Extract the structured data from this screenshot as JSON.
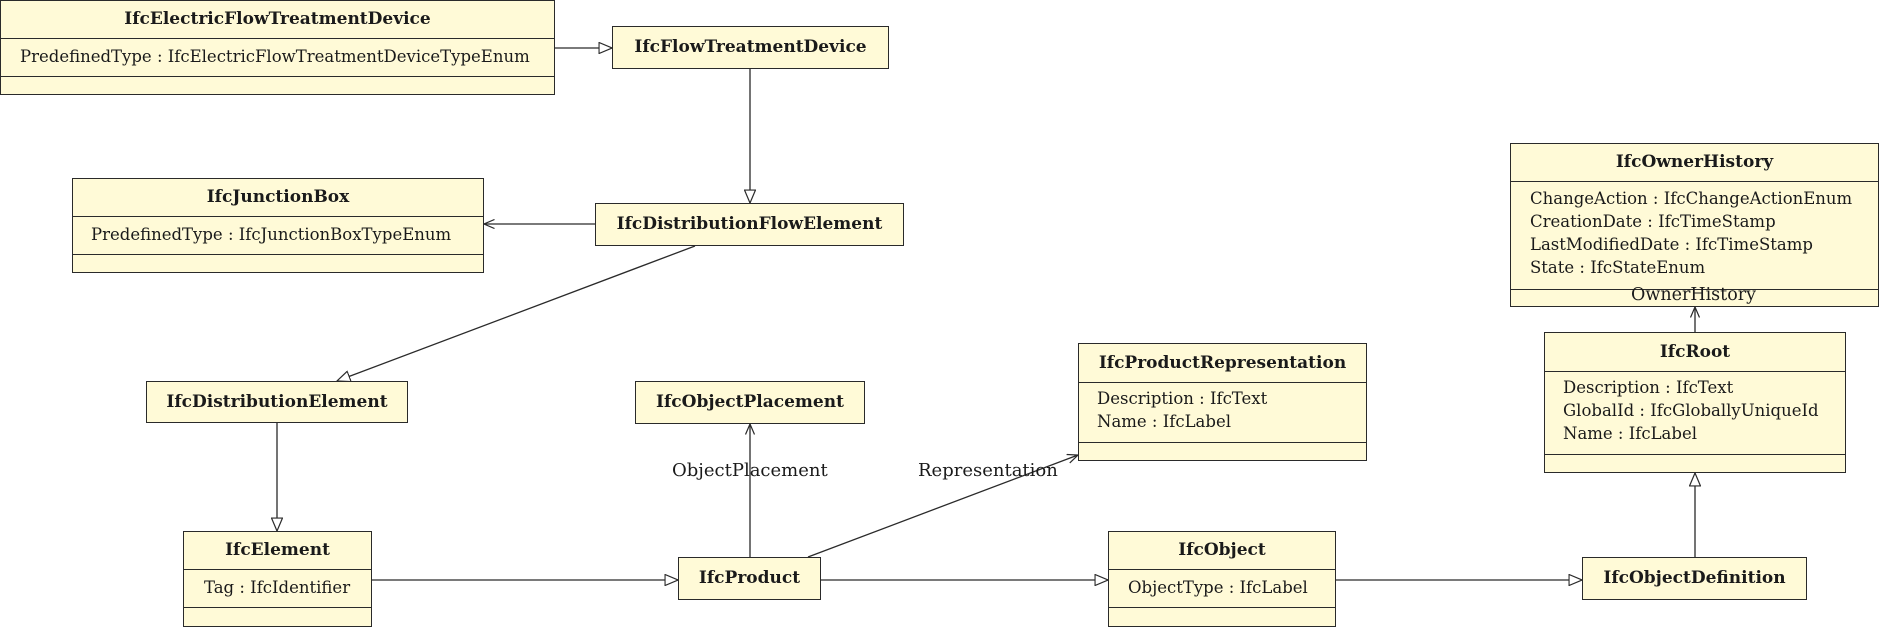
{
  "classes": {
    "electric_flow_treatment_device": {
      "name": "IfcElectricFlowTreatmentDevice",
      "attributes": [
        "PredefinedType : IfcElectricFlowTreatmentDeviceTypeEnum"
      ]
    },
    "flow_treatment_device": {
      "name": "IfcFlowTreatmentDevice"
    },
    "junction_box": {
      "name": "IfcJunctionBox",
      "attributes": [
        "PredefinedType : IfcJunctionBoxTypeEnum"
      ]
    },
    "distribution_flow_element": {
      "name": "IfcDistributionFlowElement"
    },
    "distribution_element": {
      "name": "IfcDistributionElement"
    },
    "object_placement": {
      "name": "IfcObjectPlacement"
    },
    "product_representation": {
      "name": "IfcProductRepresentation",
      "attributes": [
        "Description : IfcText",
        "Name : IfcLabel"
      ]
    },
    "owner_history": {
      "name": "IfcOwnerHistory",
      "attributes": [
        "ChangeAction : IfcChangeActionEnum",
        "CreationDate : IfcTimeStamp",
        "LastModifiedDate : IfcTimeStamp",
        "State : IfcStateEnum"
      ]
    },
    "root": {
      "name": "IfcRoot",
      "attributes": [
        "Description : IfcText",
        "GlobalId : IfcGloballyUniqueId",
        "Name : IfcLabel"
      ]
    },
    "element": {
      "name": "IfcElement",
      "attributes": [
        "Tag : IfcIdentifier"
      ]
    },
    "product": {
      "name": "IfcProduct"
    },
    "object": {
      "name": "IfcObject",
      "attributes": [
        "ObjectType : IfcLabel"
      ]
    },
    "object_definition": {
      "name": "IfcObjectDefinition"
    }
  },
  "edge_labels": {
    "object_placement": "ObjectPlacement",
    "representation": "Representation",
    "owner_history": "OwnerHistory"
  },
  "relations": [
    {
      "from": "IfcElectricFlowTreatmentDevice",
      "to": "IfcFlowTreatmentDevice",
      "kind": "generalization"
    },
    {
      "from": "IfcFlowTreatmentDevice",
      "to": "IfcDistributionFlowElement",
      "kind": "generalization"
    },
    {
      "from": "IfcDistributionFlowElement",
      "to": "IfcJunctionBox",
      "kind": "association"
    },
    {
      "from": "IfcDistributionFlowElement",
      "to": "IfcDistributionElement",
      "kind": "generalization"
    },
    {
      "from": "IfcDistributionElement",
      "to": "IfcElement",
      "kind": "generalization"
    },
    {
      "from": "IfcElement",
      "to": "IfcProduct",
      "kind": "generalization"
    },
    {
      "from": "IfcProduct",
      "to": "IfcObjectPlacement",
      "kind": "association",
      "label": "ObjectPlacement"
    },
    {
      "from": "IfcProduct",
      "to": "IfcProductRepresentation",
      "kind": "association",
      "label": "Representation"
    },
    {
      "from": "IfcProduct",
      "to": "IfcObject",
      "kind": "generalization"
    },
    {
      "from": "IfcObject",
      "to": "IfcObjectDefinition",
      "kind": "generalization"
    },
    {
      "from": "IfcObjectDefinition",
      "to": "IfcRoot",
      "kind": "generalization"
    },
    {
      "from": "IfcRoot",
      "to": "IfcOwnerHistory",
      "kind": "association",
      "label": "OwnerHistory"
    }
  ],
  "colors": {
    "class_fill": "#fffad7",
    "line": "#2a2a2a"
  }
}
